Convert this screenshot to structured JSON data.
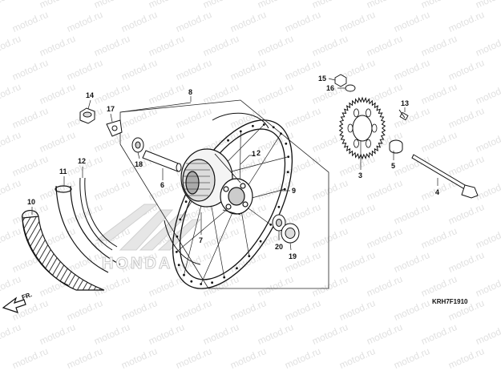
{
  "watermark": {
    "text": "motod.ru",
    "color": "#d9d9d9"
  },
  "brand": {
    "logo_text": "HONDA"
  },
  "diagram": {
    "code": "KRH7F1910",
    "direction_label": "FR.",
    "callouts": [
      "1",
      "2",
      "3",
      "4",
      "5",
      "6",
      "7",
      "8",
      "9",
      "10",
      "11",
      "12",
      "13",
      "14",
      "15",
      "16",
      "17",
      "18",
      "19",
      "20"
    ]
  }
}
